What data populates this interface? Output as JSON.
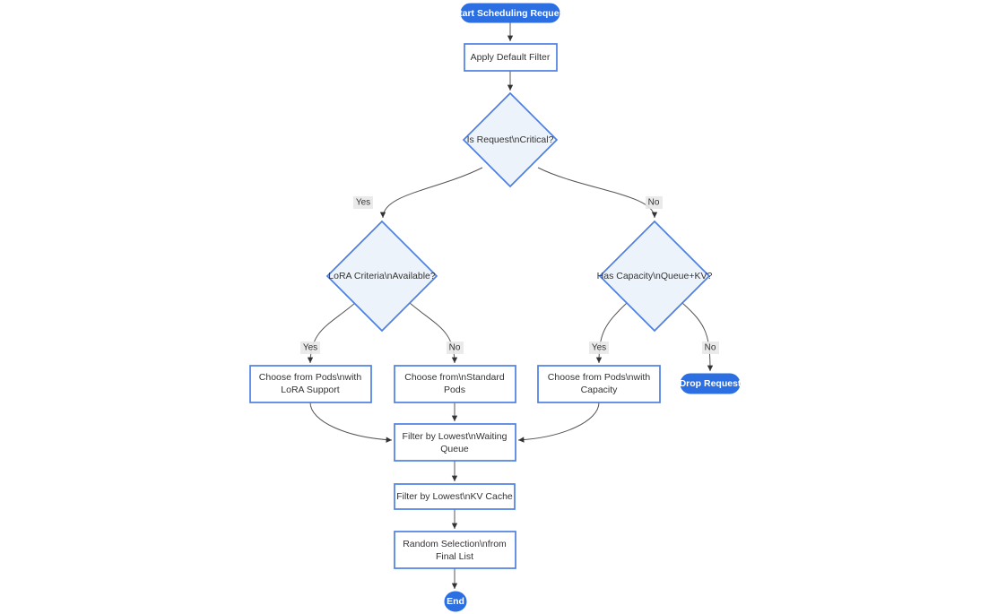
{
  "diagram": {
    "type": "flowchart",
    "colors": {
      "accent_fill": "#2b6fe2",
      "accent_text": "#ffffff",
      "node_border": "#4d7fe3",
      "diamond_fill": "#ecf3fb",
      "box_fill": "#ffffff",
      "text": "#333333",
      "edge": "#555555",
      "label_bg": "#e8e8e8",
      "background": "#ffffff"
    },
    "nodes": {
      "start": {
        "type": "stadium",
        "label": "Start Scheduling Request"
      },
      "apply_filter": {
        "type": "rect",
        "label": "Apply Default Filter"
      },
      "is_critical": {
        "type": "diamond",
        "label": "Is Request\\nCritical?"
      },
      "lora_criteria": {
        "type": "diamond",
        "label": "LoRA Criteria\\nAvailable?"
      },
      "has_capacity": {
        "type": "diamond",
        "label": "Has Capacity\\nQueue+KV?"
      },
      "choose_lora": {
        "type": "rect",
        "lines": [
          "Choose from Pods\\nwith",
          "LoRA Support"
        ]
      },
      "choose_standard": {
        "type": "rect",
        "lines": [
          "Choose from\\nStandard",
          "Pods"
        ]
      },
      "choose_capacity": {
        "type": "rect",
        "lines": [
          "Choose from Pods\\nwith",
          "Capacity"
        ]
      },
      "drop_request": {
        "type": "stadium",
        "label": "Drop Request"
      },
      "filter_queue": {
        "type": "rect",
        "lines": [
          "Filter by Lowest\\nWaiting",
          "Queue"
        ]
      },
      "filter_kv": {
        "type": "rect",
        "lines": [
          "Filter by Lowest\\nKV Cache"
        ]
      },
      "random_selection": {
        "type": "rect",
        "lines": [
          "Random Selection\\nfrom",
          "Final List"
        ]
      },
      "end": {
        "type": "circle",
        "label": "End"
      }
    },
    "edge_labels": {
      "critical_yes": "Yes",
      "critical_no": "No",
      "lora_yes": "Yes",
      "lora_no": "No",
      "capacity_yes": "Yes",
      "capacity_no": "No"
    }
  }
}
